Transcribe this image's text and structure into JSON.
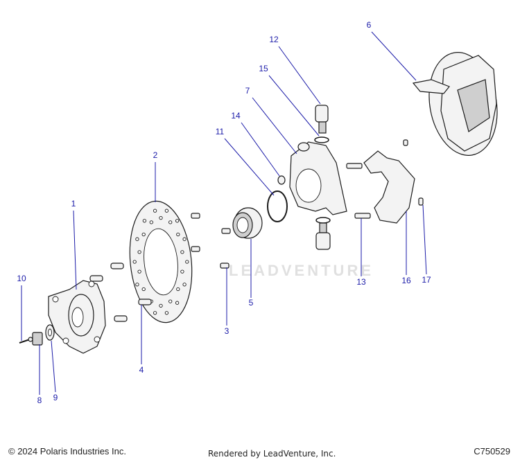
{
  "watermark": "LEADVENTURE",
  "callouts": [
    {
      "id": "1",
      "label": "1"
    },
    {
      "id": "2",
      "label": "2"
    },
    {
      "id": "3",
      "label": "3"
    },
    {
      "id": "4",
      "label": "4"
    },
    {
      "id": "5",
      "label": "5"
    },
    {
      "id": "6",
      "label": "6"
    },
    {
      "id": "7",
      "label": "7"
    },
    {
      "id": "8",
      "label": "8"
    },
    {
      "id": "9",
      "label": "9"
    },
    {
      "id": "10",
      "label": "10"
    },
    {
      "id": "11",
      "label": "11"
    },
    {
      "id": "12",
      "label": "12"
    },
    {
      "id": "13",
      "label": "13"
    },
    {
      "id": "14",
      "label": "14"
    },
    {
      "id": "15",
      "label": "15"
    },
    {
      "id": "16",
      "label": "16"
    },
    {
      "id": "17",
      "label": "17"
    }
  ],
  "footer": {
    "copyright": "© 2024 Polaris Industries Inc.",
    "rendered_by": "Rendered by LeadVenture, Inc.",
    "diagram_code": "C750529"
  },
  "colors": {
    "callout": "#1a1aa8",
    "line": "#1a1a1a"
  }
}
